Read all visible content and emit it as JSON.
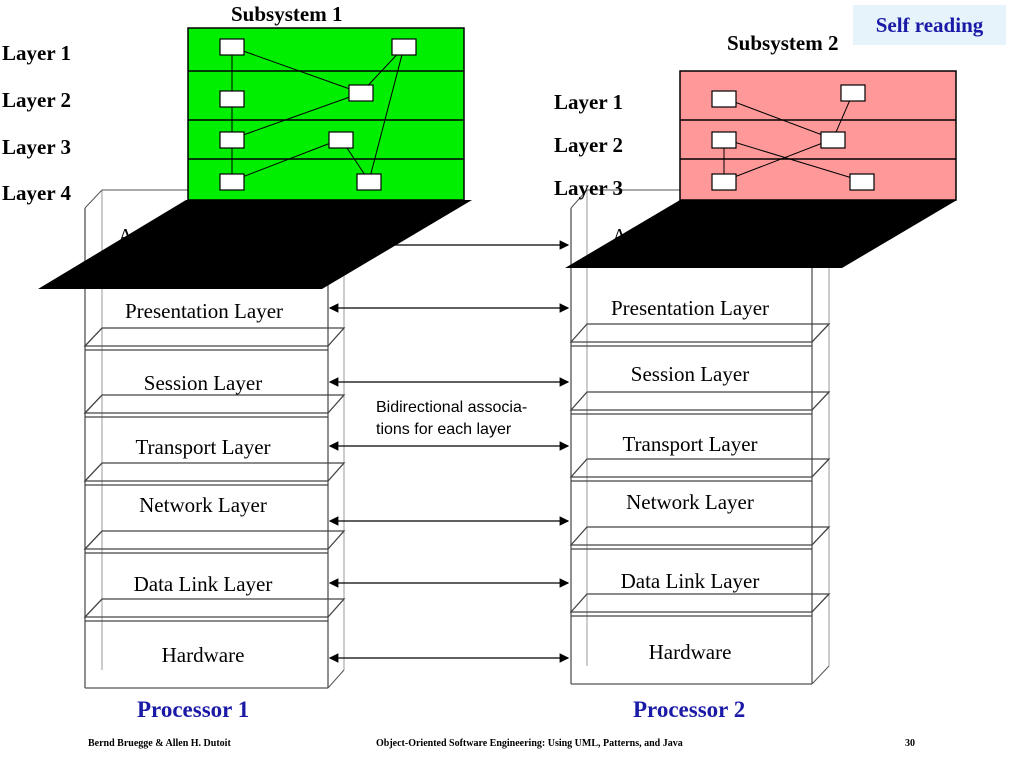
{
  "badge": {
    "label": "Self reading",
    "bg": "#e6f3fb",
    "color": "#1a1aa6"
  },
  "subsystem1": {
    "title": "Subsystem 1",
    "fill": "#00ee00",
    "layers": [
      "Layer 1",
      "Layer 2",
      "Layer 3",
      "Layer 4"
    ]
  },
  "subsystem2": {
    "title": "Subsystem 2",
    "fill": "#ff9999",
    "layers": [
      "Layer 1",
      "Layer 2",
      "Layer 3"
    ]
  },
  "osi_layers": [
    "Application",
    "Presentation Layer",
    "Session Layer",
    "Transport Layer",
    "Network Layer",
    "Data Link Layer",
    "Hardware"
  ],
  "processors": {
    "left": "Processor 1",
    "right": "Processor 2",
    "color": "#1a1aa6"
  },
  "association_note": {
    "line1": "Bidirectional associa-",
    "line2": "tions for each layer"
  },
  "footer": {
    "authors": "Bernd Bruegge & Allen H. Dutoit",
    "book": "Object-Oriented Software Engineering: Using UML, Patterns, and Java",
    "page": "30"
  }
}
